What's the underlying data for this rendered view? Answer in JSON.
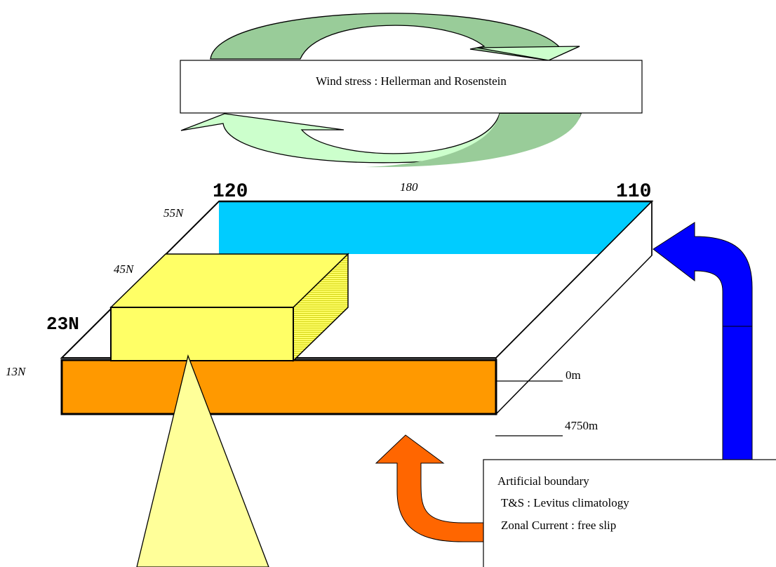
{
  "wind_box": {
    "text": "Wind stress : Hellerman and Rosenstein"
  },
  "longitudes": {
    "left": "120",
    "middle": "180",
    "right": "110"
  },
  "latitudes": {
    "north": "55N",
    "mid": "45N",
    "south_bold": "23N",
    "south": "13N"
  },
  "depths": {
    "surface": "0m",
    "bottom": "4750m"
  },
  "boundary_box": {
    "title": "Artificial boundary",
    "line1": "T&S : Levitus climatology",
    "line2": "Zonal Current : free slip"
  },
  "colors": {
    "wind_arrow_light": "#ccffcc",
    "wind_arrow_dark": "#99cc99",
    "sea_strip": "#00ccff",
    "yellow_block": "#ffff66",
    "orange_face": "#ff9900",
    "orange_arrow": "#ff6600",
    "blue_arrow": "#0000ff",
    "light_cone": "#ffff99"
  }
}
